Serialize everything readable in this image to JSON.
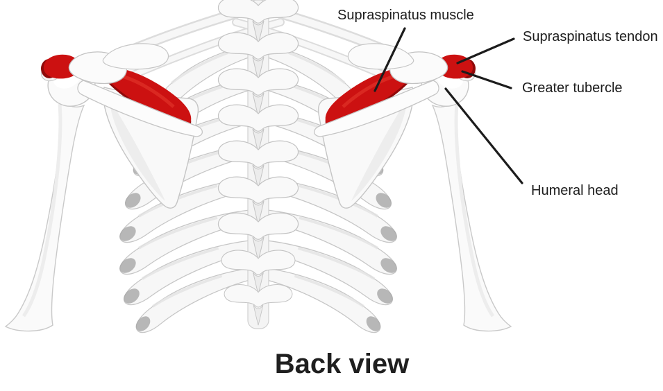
{
  "figure": {
    "caption": "Back view",
    "labels": {
      "muscle": "Supraspinatus muscle",
      "tendon": "Supraspinatus tendon",
      "tubercle": "Greater tubercle",
      "humeral_head": "Humeral head"
    }
  },
  "colors": {
    "muscle_red": "#cc1111",
    "muscle_red_dark": "#8f0a0a",
    "leader_line": "#1c1c1c",
    "label_text": "#1c1c1c",
    "background": "#ffffff"
  }
}
